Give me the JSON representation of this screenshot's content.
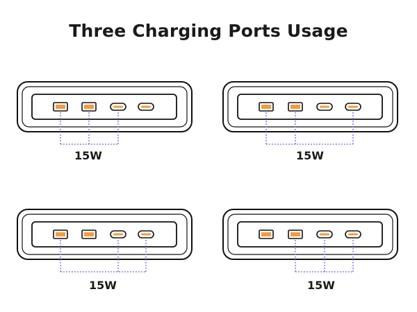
{
  "title": "Three Charging Ports Usage",
  "colors": {
    "outline": "#111111",
    "port_fill": "#f59a3e",
    "connector": "#7f6ef5"
  },
  "port_types": [
    "usb-a",
    "usb-a",
    "usb-c",
    "usb-c"
  ],
  "configurations": [
    {
      "label": "15W",
      "active_ports": [
        0,
        1,
        2
      ]
    },
    {
      "label": "15W",
      "active_ports": [
        0,
        1,
        3
      ]
    },
    {
      "label": "15W",
      "active_ports": [
        0,
        2,
        3
      ]
    },
    {
      "label": "15W",
      "active_ports": [
        1,
        2,
        3
      ]
    }
  ]
}
